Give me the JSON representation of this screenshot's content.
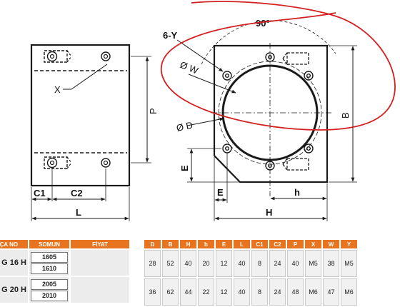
{
  "drawing": {
    "labels": {
      "angle": "90°",
      "holes": "6-Y",
      "w_dia": "Ø W",
      "d_dia": "Ø D",
      "x": "X",
      "p": "P",
      "b": "B",
      "e_vert": "E",
      "e_horiz": "E",
      "h_small": "h",
      "h_big": "H",
      "c1": "C1",
      "c2": "C2",
      "l": "L"
    },
    "colors": {
      "line": "#1a1a1a",
      "annotation": "#d42020"
    }
  },
  "parts_table": {
    "headers": [
      "RÇA NO",
      "SOMUN",
      "FİYAT"
    ],
    "rows": [
      {
        "code": "G 16 H",
        "nuts": [
          "1605",
          "1610"
        ],
        "price": ""
      },
      {
        "code": "G 20 H",
        "nuts": [
          "2005",
          "2010"
        ],
        "price": ""
      }
    ],
    "header_color": "#e8741f"
  },
  "dims_table": {
    "headers": [
      "D",
      "B",
      "H",
      "h",
      "E",
      "L",
      "C1",
      "C2",
      "P",
      "X",
      "W",
      "Y"
    ],
    "rows": [
      [
        "28",
        "52",
        "40",
        "20",
        "12",
        "40",
        "8",
        "24",
        "40",
        "M5",
        "38",
        "M5"
      ],
      [
        "36",
        "62",
        "44",
        "22",
        "12",
        "40",
        "8",
        "24",
        "48",
        "M6",
        "47",
        "M6"
      ]
    ]
  }
}
